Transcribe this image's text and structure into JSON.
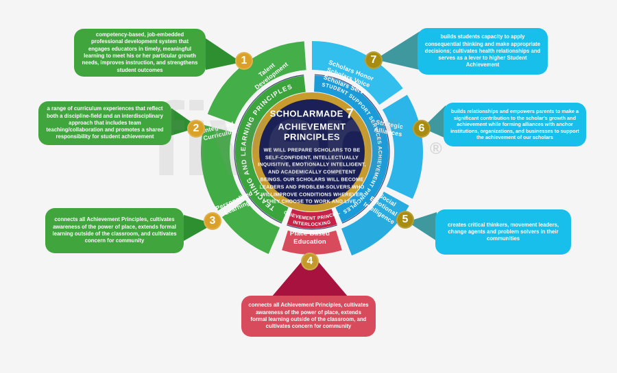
{
  "watermark": {
    "text": "fiverr",
    "reg": "®"
  },
  "colors": {
    "background": "#F5F5F6",
    "green_segment": "#44AF49",
    "green_band": "#3BA43C",
    "green_callout": "#3FA53C",
    "green_connector": "#2E8F31",
    "blue_band": "#1B9BD8",
    "blue_callout": "#17BFEA",
    "teal_connector": "#3E989E",
    "red_band": "#C72347",
    "red_callout": "#D84B5C",
    "red_connector": "#A8123E",
    "navy": "#1B2157",
    "gold_ring": "#C79B2D",
    "watermark_gray": "#8E8E8E"
  },
  "center": {
    "title_main": "SCHOLARMADE",
    "title_number": "7",
    "title_line2": "ACHIEVEMENT PRINCIPLES",
    "body": "WE WILL PREPARE SCHOLARS TO BE SELF-CONFIDENT, INTELLECTUALLY INQUISITIVE, EMOTIONALLY INTELLIGENT, AND ACADEMICALLY COMPETENT BEINGS. OUR SCHOLARS WILL BECOME LEADERS AND PROBLEM-SOLVERS WHO WILLIMPROVE CONDITIONS WHEREVER THEY CHOOSE TO WORK AND LIVE."
  },
  "rings": {
    "teaching": "TEACHING AND LEARNING PRINCIPLES",
    "student": "STUDENT SUPPORT SERVICES ACHIEVEMENT PRINCIPLES",
    "interlocking_line1": "INTERLOCKING",
    "interlocking_line2": "ACHIEVEMENT PRINCIPLE"
  },
  "segments": [
    {
      "number": "1",
      "label": "Talent\nDevelopment",
      "color": "#44AF49",
      "badge": "#D9A127"
    },
    {
      "number": "2",
      "label": "Integrated\nCurriculum",
      "color": "#41AC45",
      "badge": "#D9A127"
    },
    {
      "number": "3",
      "label": "Personalized\nLearning",
      "color": "#44AF49",
      "badge": "#D9A127"
    },
    {
      "number": "4",
      "label": "Place Based\nEducation",
      "color": "#D84B5C",
      "badge": "#C49A2B"
    },
    {
      "number": "5",
      "label": "Social\nEmotional\nIntelligence",
      "color": "#28ABDF",
      "badge": "#A78C10"
    },
    {
      "number": "6",
      "label": "Strategic\nAlliances",
      "color": "#2BB5E8",
      "badge": "#A78C10"
    },
    {
      "number": "7",
      "label": "Scholars Honor\nScholars Voice\nScholars Serve",
      "color": "#33BFEE",
      "badge": "#A78C10"
    }
  ],
  "callouts": [
    {
      "number": "1",
      "text": "competency-based, job-embedded professional development system that engages educators in timely, meaningful learning to meet his or her particular growth needs, improves instruction, and strengthens student outcomes"
    },
    {
      "number": "2",
      "text": "a range of curriculum experiences that reflect both a discipline-field and an interdisciplinary approach that includes team teaching/collaboration and promotes a shared responsibility for student achievement"
    },
    {
      "number": "3",
      "text": "connects all Achievement Principles, cultivates awareness of the power of place, extends formal learning outside of the classroom, and cultivates concern for community"
    },
    {
      "number": "4",
      "text": "connects all Achievement Principles, cultivates awareness of the power of place, extends formal learning outside of the classroom, and cultivates concern for community"
    },
    {
      "number": "5",
      "text": "creates critical thinkers, movement leaders, change agents and problem solvers in their communities"
    },
    {
      "number": "6",
      "text": "builds relationships and empowers parents to make a significant contribution to the scholar's growth and achievement while forming alliances with anchor institutions, organizations, and businesses to support the achievement of our scholars"
    },
    {
      "number": "7",
      "text": "builds students capacity to apply consequential thinking and make appropriate decisions; cultivates health relationships and serves as a lever to higher Student Achievement"
    }
  ]
}
